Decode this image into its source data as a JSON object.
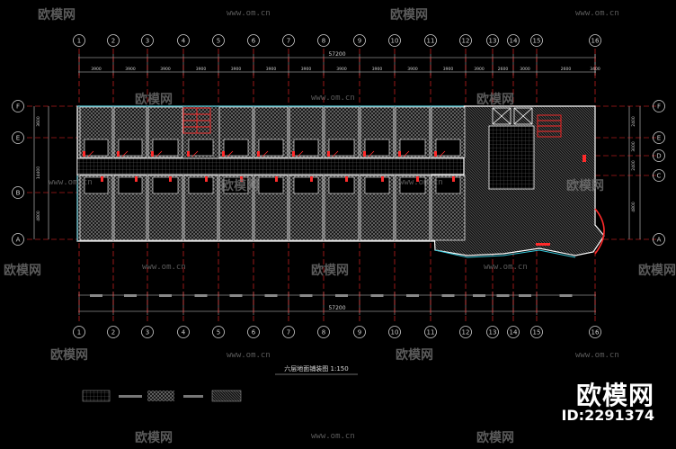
{
  "drawing": {
    "title": "六层地面铺装图 1:150",
    "colors": {
      "background": "#000000",
      "axis": "#ff2a2a",
      "wall": "#ffffff",
      "hatch": "#9a9a9a",
      "cyan": "#35c6d8",
      "dim": "#cfcfcf"
    },
    "top_axes": [
      "1",
      "2",
      "3",
      "4",
      "5",
      "6",
      "7",
      "8",
      "9",
      "10",
      "11",
      "12",
      "13",
      "14",
      "15",
      "16"
    ],
    "bottom_axes": [
      "1",
      "2",
      "3",
      "4",
      "5",
      "6",
      "7",
      "8",
      "9",
      "10",
      "11",
      "12",
      "13",
      "14",
      "15",
      "16"
    ],
    "left_axes": [
      "F",
      "E",
      "B",
      "A"
    ],
    "right_axes": [
      "F",
      "E",
      "D",
      "C",
      "A"
    ],
    "top_total": "57200",
    "bottom_total": "57200",
    "top_spacings": [
      "3900",
      "3900",
      "3900",
      "3900",
      "3900",
      "3900",
      "3900",
      "3900",
      "3900",
      "3900",
      "3900",
      "3900",
      "2600",
      "3000",
      "2600",
      "3400"
    ],
    "left_dims": [
      "3600",
      "14400",
      "4800"
    ],
    "right_dims": [
      "2400",
      "3000",
      "2400",
      "4800"
    ]
  },
  "watermark": {
    "logo_text": "欧模网",
    "url_text": "www.om.cn",
    "brand": "欧模网",
    "id_text": "ID:2291374"
  }
}
